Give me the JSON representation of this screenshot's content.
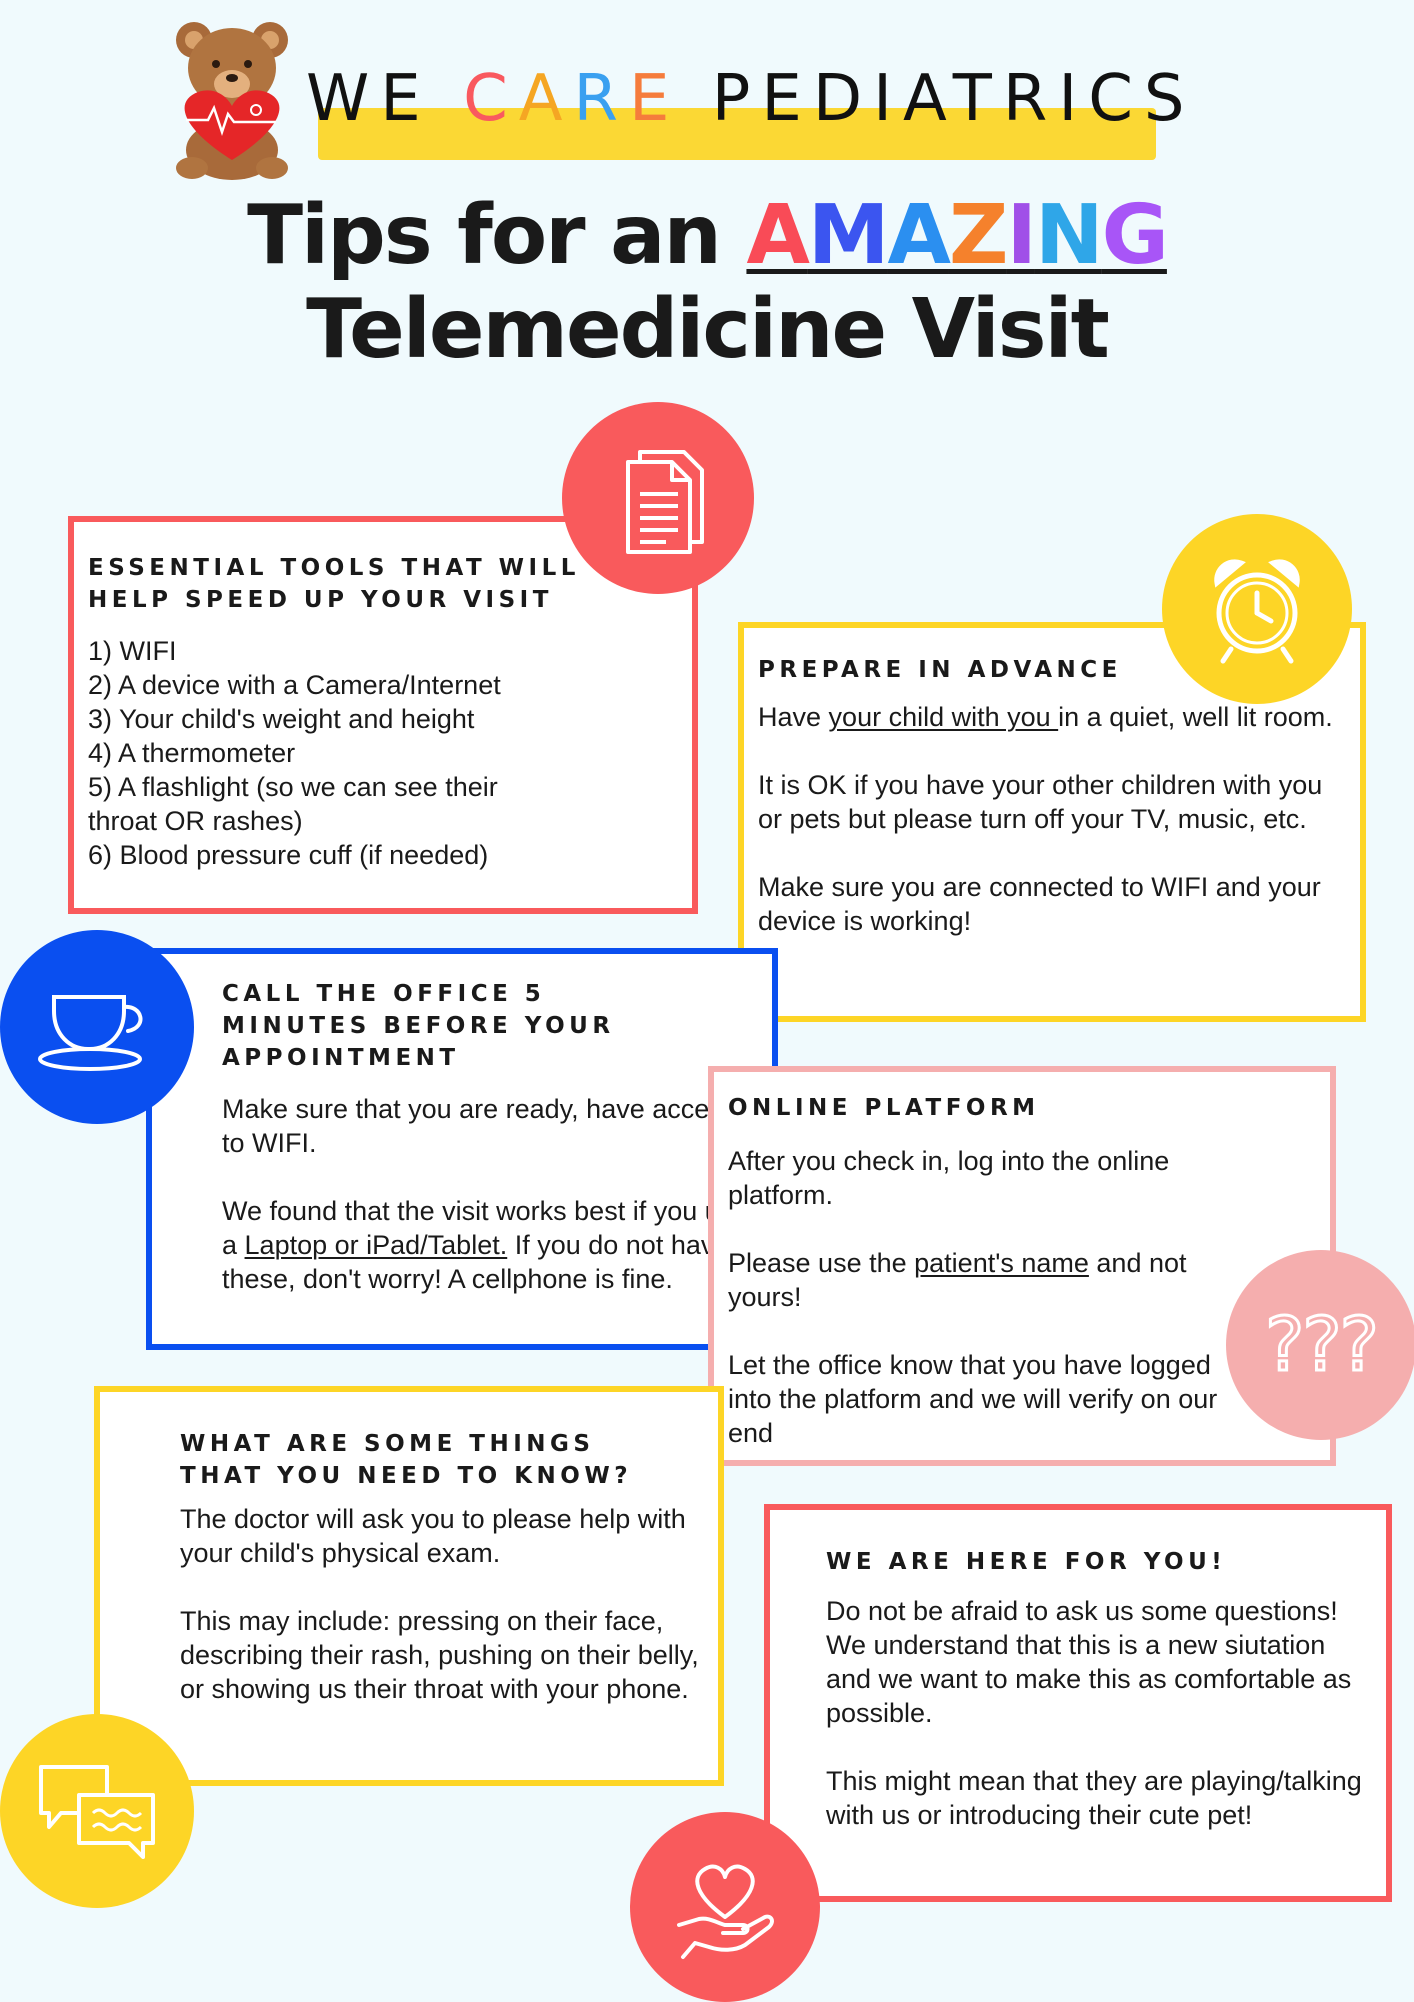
{
  "header": {
    "brand_we": "WE",
    "brand_care": [
      "C",
      "A",
      "R",
      "E"
    ],
    "brand_pediatrics": "PEDIATRICS",
    "title_prefix": "Tips for an ",
    "title_highlight": [
      "A",
      "M",
      "A",
      "Z",
      "I",
      "N",
      "G"
    ],
    "title_line2": "Telemedicine Visit"
  },
  "tools": {
    "heading_line1": "ESSENTIAL TOOLS THAT WILL",
    "heading_line2": "HELP SPEED UP YOUR VISIT",
    "items": [
      "1) WIFI",
      "2) A device with a Camera/Internet",
      "3) Your child's weight and height",
      "4) A thermometer",
      "5) A flashlight (so we can see their",
      "throat OR rashes)",
      "6) Blood pressure cuff (if needed)"
    ]
  },
  "prepare": {
    "heading": "PREPARE IN ADVANCE",
    "p1_pre": "Have ",
    "p1_link": "your child with you ",
    "p1_post": "in a quiet, well lit room.",
    "p2": "It is OK if you have your other children with you or pets but please turn off your TV, music, etc.",
    "p3": "Make sure you are connected to WIFI and your device is working!"
  },
  "call": {
    "heading_line1": "CALL THE OFFICE 5",
    "heading_line2": "MINUTES BEFORE YOUR",
    "heading_line3": "APPOINTMENT",
    "p1": "Make sure that you are ready, have access to WIFI.",
    "p2_pre": "We found that the visit works best if you use a ",
    "p2_link": "Laptop or iPad/Tablet.",
    "p2_post": " If you do not have these, don't worry! A cellphone is fine."
  },
  "online": {
    "heading": "ONLINE PLATFORM",
    "p1": "After you check in, log into the online platform.",
    "p2_pre": "Please use the ",
    "p2_link": "patient's name",
    "p2_post": " and not yours!",
    "p3": "Let the office know that you have logged into the platform and we will verify on our end",
    "icon_text": "???"
  },
  "know": {
    "heading_line1": "WHAT ARE SOME THINGS",
    "heading_line2": "THAT YOU NEED TO KNOW?",
    "p1": "The doctor will ask you to please help with your child's physical exam.",
    "p2": "This may include: pressing on their face, describing their rash, pushing on their belly, or showing us their throat with your phone."
  },
  "here": {
    "heading": "WE ARE HERE FOR YOU!",
    "p1": "Do not be afraid to ask us some questions! We understand that this is a new siutation and we want to make this as comfortable as possible.",
    "p2": "This might mean that they are playing/talking with us or introducing their cute pet!"
  },
  "colors": {
    "red": "#f95a5c",
    "yellow": "#fdd526",
    "blue": "#0a4ff0",
    "pink": "#f5aeae",
    "background": "#f0fafd"
  },
  "icons": [
    "teddy-bear-heart-logo",
    "document-icon",
    "alarm-clock-icon",
    "teacup-icon",
    "question-marks-icon",
    "chat-bubbles-icon",
    "heart-hand-icon"
  ]
}
